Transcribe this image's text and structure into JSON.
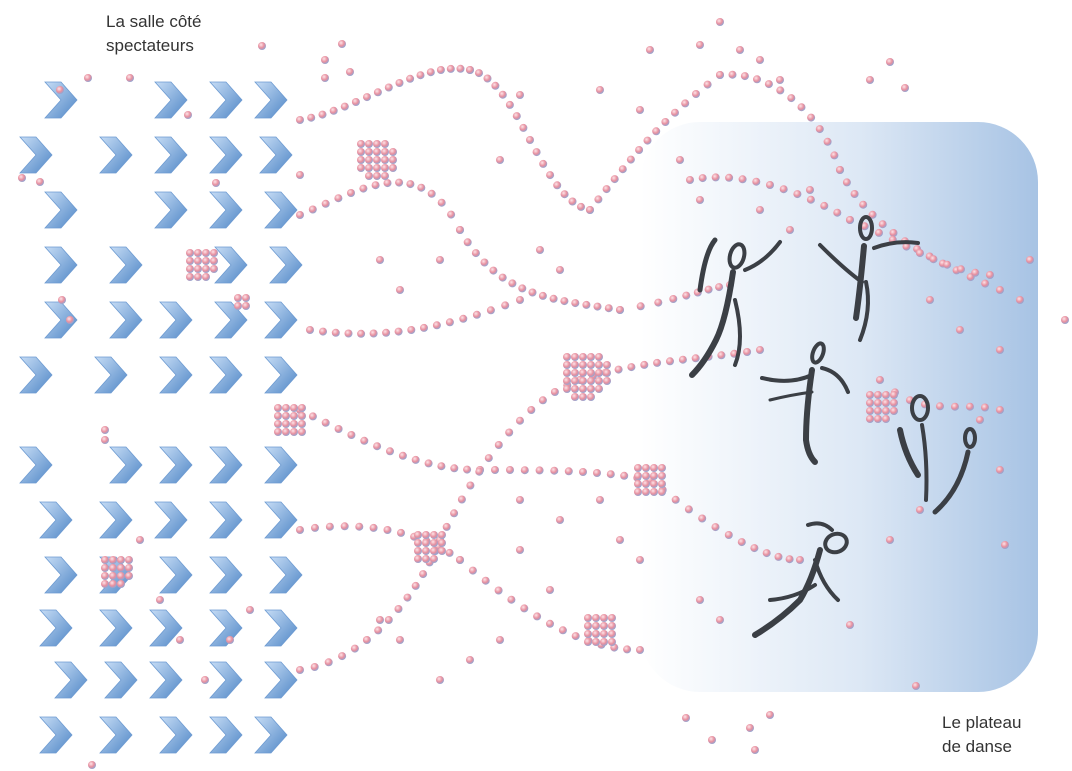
{
  "labels": {
    "audience_line1": "La salle côté",
    "audience_line2": "spectateurs",
    "stage_line1": "Le plateau",
    "stage_line2": "de danse"
  },
  "colors": {
    "dot_fill": "#e88f9e",
    "dot_rim": "#8aa8d8",
    "chevron_light": "#a9c8ee",
    "chevron_dark": "#4f86c6",
    "stage_gradient_start": "#ffffff",
    "stage_gradient_end": "#a7c3e4",
    "dancer_stroke": "#3b3f45"
  },
  "icons": {
    "audience_seat": "chevron-right-icon",
    "particle": "dot-icon",
    "performer": "dancer-silhouette-icon"
  }
}
